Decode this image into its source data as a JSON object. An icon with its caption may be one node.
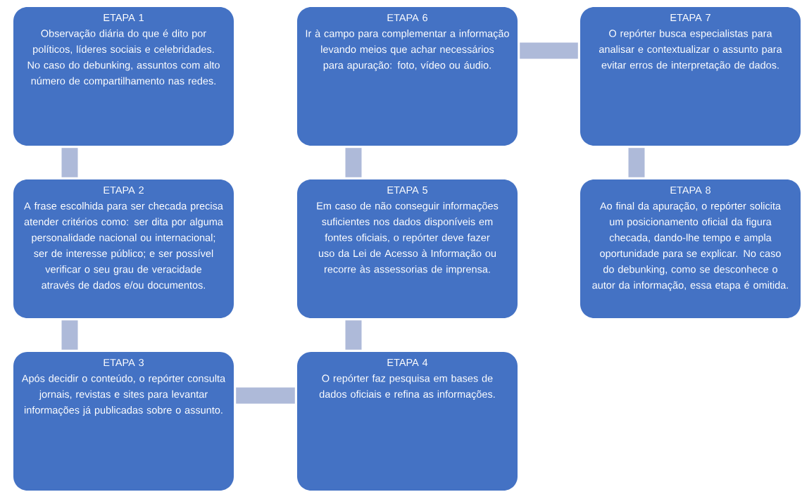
{
  "diagram": {
    "nodes": [
      {
        "text": [
          "ETAPA 1",
          "Observação diária do que é dito por políticos, líderes sociais e celebridades. No caso do debunking, assuntos com alto número de compartilhamento nas redes."
        ]
      },
      {
        "text": [
          "ETAPA 2",
          "A frase escolhida para ser checada precisa atender critérios como: ser dita por alguma personalidade nacional ou internacional; ser de interesse público; e ser possível verificar o seu grau de veracidade através de dados e/ou documentos."
        ]
      },
      {
        "text": [
          "ETAPA 3",
          "Após decidir o conteúdo, o repórter consulta jornais, revistas e sites para levantar informações já publicadas sobre o assunto."
        ]
      },
      {
        "text": [
          "ETAPA 4",
          "O repórter faz pesquisa em bases de dados oficiais e refina as informações."
        ]
      },
      {
        "text": [
          "ETAPA 5",
          "Em caso de não conseguir informações suficientes nos dados disponíveis em fontes oficiais, o repórter deve fazer uso da Lei de Acesso à Informação ou recorre às assessorias de imprensa."
        ]
      },
      {
        "text": [
          "ETAPA 6",
          "Ir à campo para complementar a informação levando meios que achar necessários para apuração: foto, vídeo ou áudio."
        ]
      },
      {
        "text": [
          "ETAPA 7",
          "O repórter busca especialistas para analisar e contextualizar o assunto para evitar erros de interpretação de dados."
        ]
      },
      {
        "text": [
          "ETAPA 8",
          "Ao final da apuração, o repórter solicita um posicionamento oficial da figura checada, dando-lhe tempo e ampla oportunidade para se explicar. No caso do debunking, como se desconhece o autor da informação, essa etapa é omitida."
        ]
      }
    ],
    "edges": [
      {
        "from": 0,
        "to": 1,
        "arrow": "none"
      },
      {
        "from": 1,
        "to": 2,
        "arrow": "none"
      },
      {
        "from": 2,
        "to": 3,
        "arrow": "none"
      },
      {
        "from": 3,
        "to": 4,
        "arrow": "none"
      },
      {
        "from": 4,
        "to": 5,
        "arrow": "none"
      },
      {
        "from": 5,
        "to": 6,
        "arrow": "none"
      },
      {
        "from": 6,
        "to": 7,
        "arrow": "none"
      }
    ]
  }
}
